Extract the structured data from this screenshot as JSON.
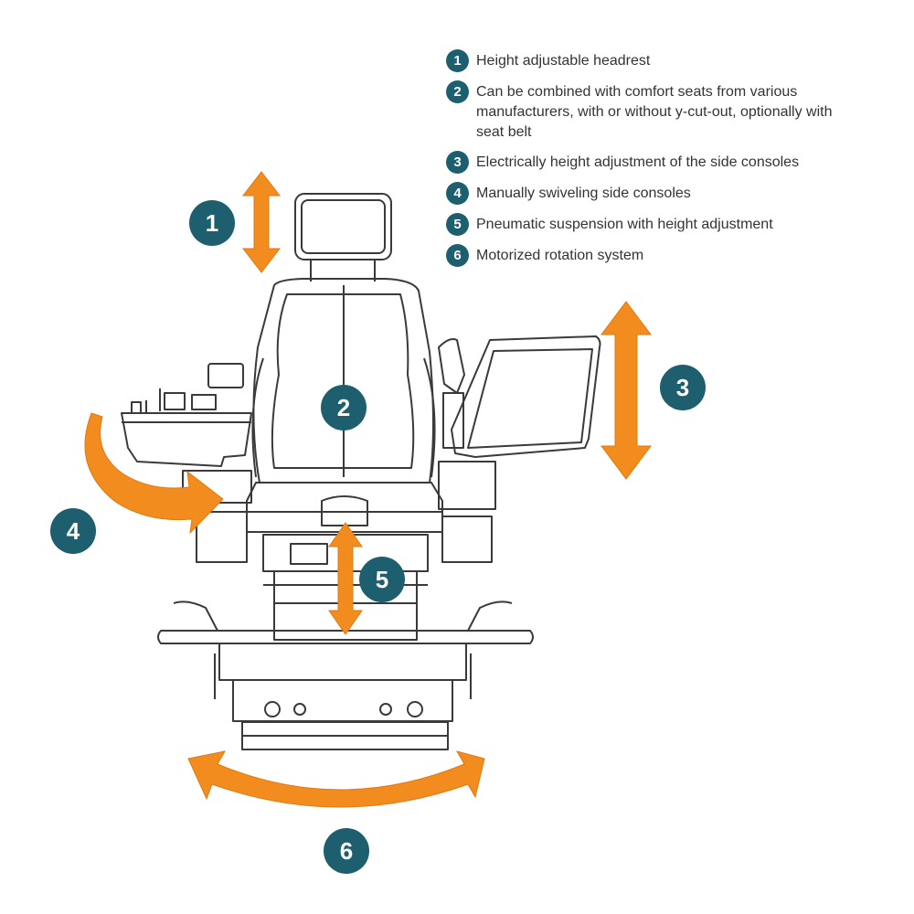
{
  "colors": {
    "accent": "#f28c1e",
    "badge": "#1d5f6f",
    "line": "#3a3a3a"
  },
  "legend": [
    {
      "num": "1",
      "text": "Height adjustable headrest"
    },
    {
      "num": "2",
      "text": "Can be combined with comfort seats from various manufacturers, with or without y-cut-out, optionally with seat belt"
    },
    {
      "num": "3",
      "text": "Electrically height adjustment of the side consoles"
    },
    {
      "num": "4",
      "text": "Manually swiveling side consoles"
    },
    {
      "num": "5",
      "text": "Pneumatic suspension with height adjustment"
    },
    {
      "num": "6",
      "text": "Motorized rotation system"
    }
  ],
  "callouts": [
    "1",
    "2",
    "3",
    "4",
    "5",
    "6"
  ]
}
